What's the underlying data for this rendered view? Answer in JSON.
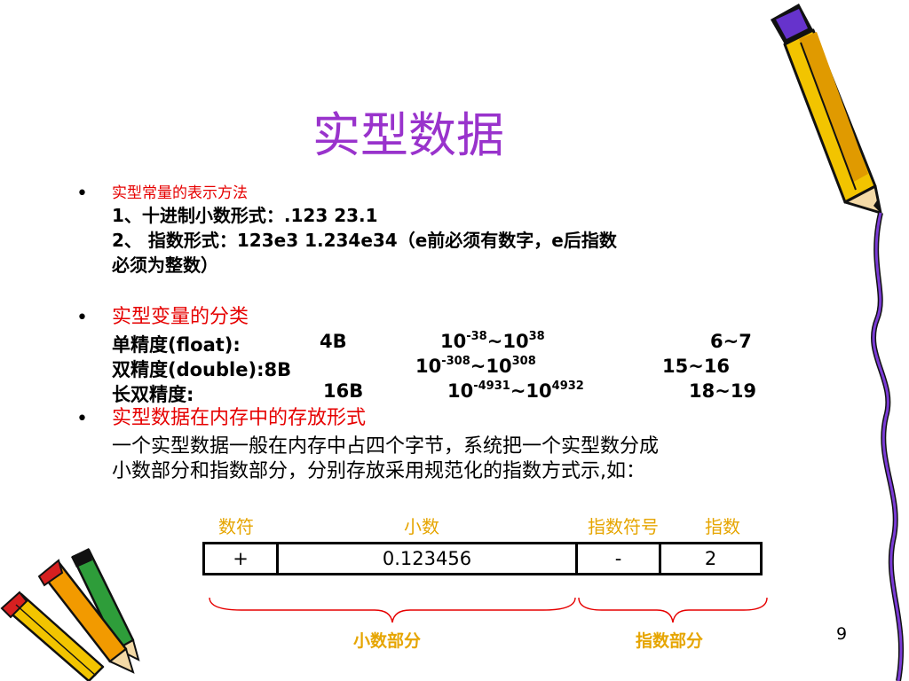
{
  "title": "实型数据",
  "bullets": [
    {
      "heading": "实型常量的表示方法",
      "lines": [
        "1、十进制小数形式：.123  23.1",
        "2、 指数形式：123e3  1.234e34（e前必须有数字，e后指数",
        "必须为整数）"
      ]
    },
    {
      "heading": "实型变量的分类",
      "rows": [
        {
          "name": "单精度(float):",
          "bytes": "4B",
          "base1": "10",
          "exp1": "-38",
          "tilde": "~",
          "base2": "10",
          "exp2": "38",
          "digits": "6~7"
        },
        {
          "name": "双精度(double):8B",
          "bytes": "",
          "base1": "10",
          "exp1": "-308",
          "tilde": "~",
          "base2": "10",
          "exp2": "308",
          "digits": "15~16"
        },
        {
          "name": "长双精度:",
          "bytes": "16B",
          "base1": "10",
          "exp1": "-4931",
          "tilde": "~",
          "base2": "10",
          "exp2": "4932",
          "digits": "18~19"
        }
      ]
    },
    {
      "heading": "实型数据在内存中的存放形式",
      "lines": [
        "一个实型数据一般在内存中占四个字节，系统把一个实型数分成",
        "小数部分和指数部分，分别存放采用规范化的指数方式示,如："
      ]
    }
  ],
  "diagram": {
    "labels": [
      "数符",
      "小数",
      "指数符号",
      "指数"
    ],
    "cells": [
      "+",
      "0.123456",
      "-",
      "2"
    ],
    "parts": [
      "小数部分",
      "指数部分"
    ]
  },
  "page_number": "9",
  "colors": {
    "title": "#9933cc",
    "heading": "#e60000",
    "diagram_label": "#e6a500"
  },
  "decorations": [
    "pencil-icon",
    "pencil-group-icon"
  ]
}
